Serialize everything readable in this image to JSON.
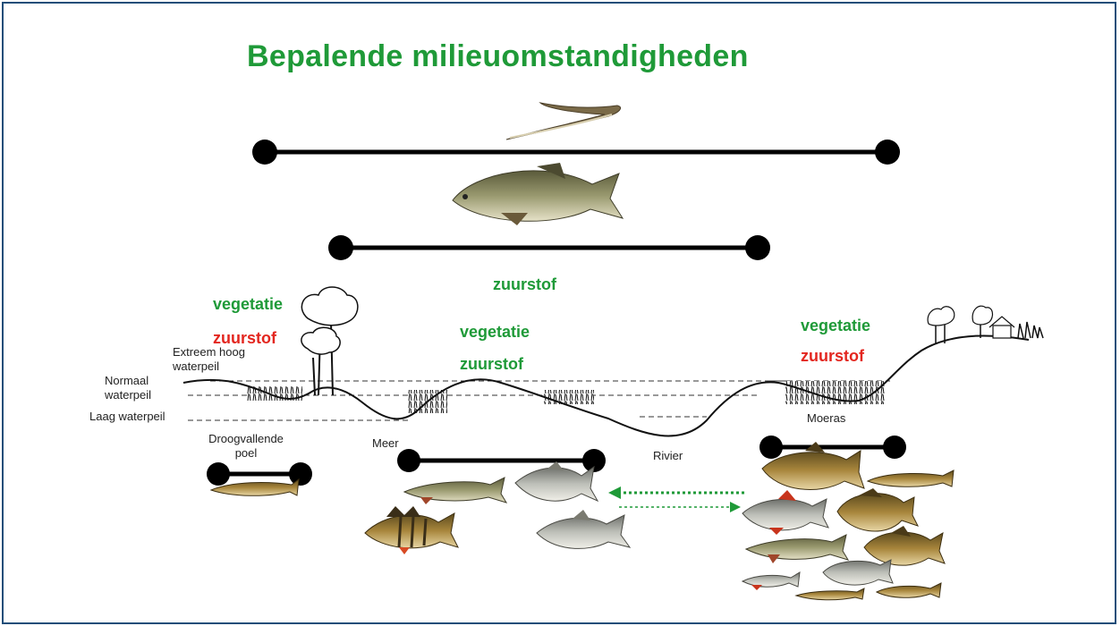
{
  "title": "Bepalende milieuomstandigheden",
  "factors": {
    "left_vegetation": "vegetatie",
    "left_oxygen": "zuurstof",
    "top_oxygen": "zuurstof",
    "mid_vegetation": "vegetatie",
    "mid_oxygen": "zuurstof",
    "right_vegetation": "vegetatie",
    "right_oxygen": "zuurstof"
  },
  "water_levels": {
    "extreme_high": "Extreem hoog waterpeil",
    "normal": "Normaal waterpeil",
    "low": "Laag waterpeil"
  },
  "habitats": {
    "pool": "Droogvallende poel",
    "lake": "Meer",
    "river": "Rivier",
    "marsh": "Moeras"
  },
  "colors": {
    "title_green": "#1f9a38",
    "factor_red": "#e3261f",
    "frame_blue": "#1f4e79",
    "arrow_green": "#1f9a38"
  }
}
